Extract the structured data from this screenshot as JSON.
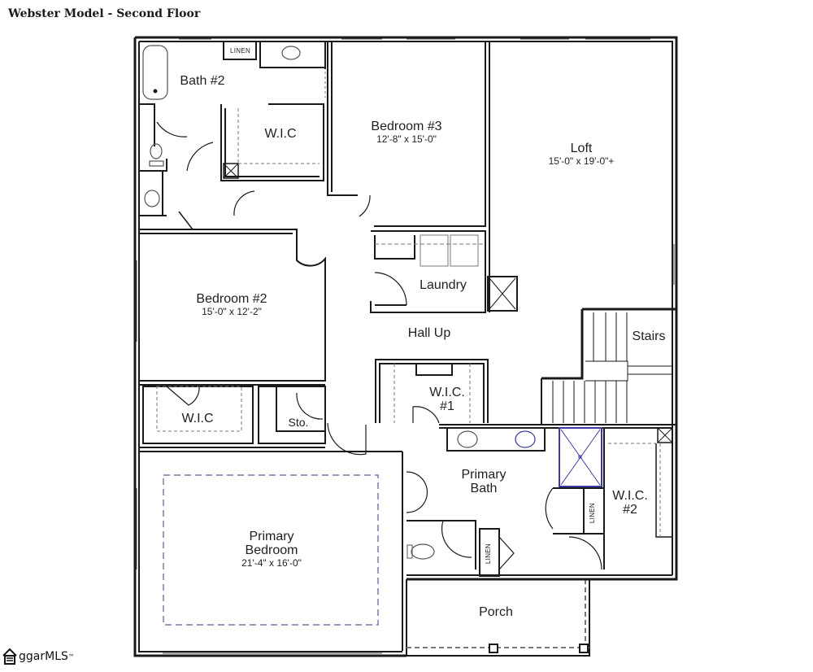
{
  "header": {
    "title": "Webster Model - Second Floor"
  },
  "rooms": {
    "bath2": {
      "name": "Bath #2"
    },
    "linen_top": {
      "name": "LINEN"
    },
    "wic_top": {
      "name": "W.I.C"
    },
    "bedroom3": {
      "name": "Bedroom #3",
      "dim": "12'-8\" x 15'-0\""
    },
    "loft": {
      "name": "Loft",
      "dim": "15'-0\" x 19'-0\"+"
    },
    "laundry": {
      "name": "Laundry"
    },
    "bedroom2": {
      "name": "Bedroom #2",
      "dim": "15'-0\" x 12'-2\""
    },
    "hall": {
      "name": "Hall Up"
    },
    "stairs": {
      "name": "Stairs"
    },
    "wic_bed2": {
      "name": "W.I.C"
    },
    "storage": {
      "name": "Sto."
    },
    "wic1": {
      "name": "W.I.C.",
      "num": "#1"
    },
    "primary_bath": {
      "name": "Primary",
      "name2": "Bath"
    },
    "wic2": {
      "name": "W.I.C.",
      "num": "#2"
    },
    "linen_bath": {
      "name": "LINEN"
    },
    "linen_wc": {
      "name": "LINEN"
    },
    "primary_bedroom": {
      "name": "Primary",
      "name2": "Bedroom",
      "dim": "21'-4\" x 16'-0\""
    },
    "porch": {
      "name": "Porch"
    }
  },
  "colors": {
    "wall": "#1a1a1a",
    "fixture": "#555555",
    "accent_blue": "#3a3aa0",
    "ceiling_dash": "#5a5a9a"
  },
  "footer": {
    "logo_text": "ggarMLS",
    "logo_tm": "™",
    "logo_icon": "house-icon"
  }
}
